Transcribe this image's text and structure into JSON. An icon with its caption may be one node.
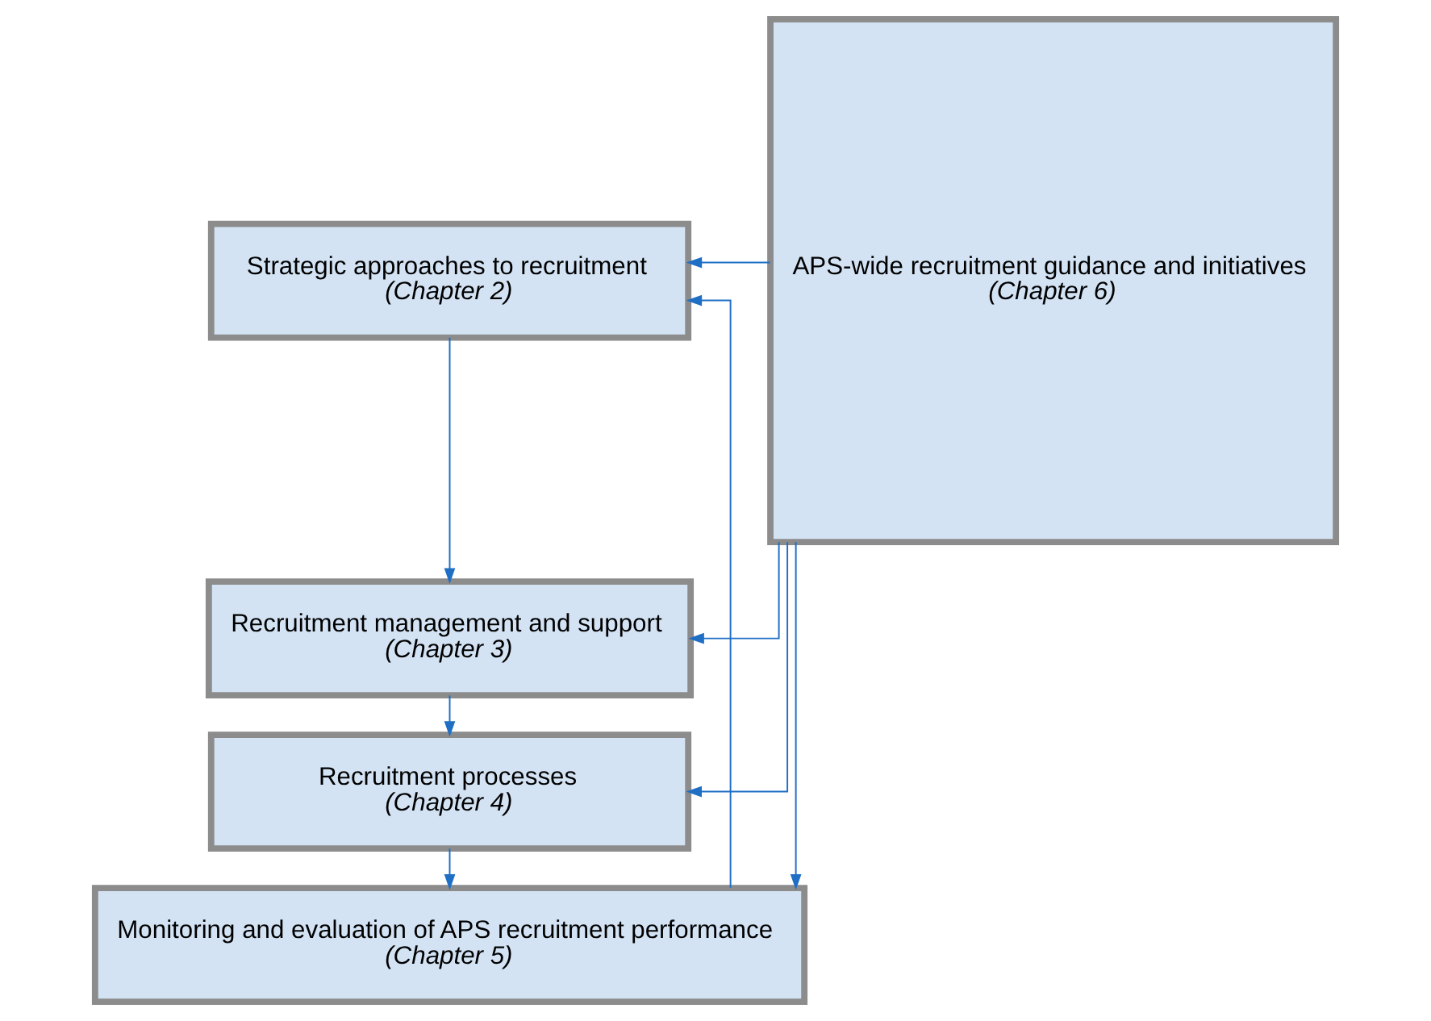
{
  "diagram": {
    "nodes": [
      {
        "text": [
          "Strategic approaches to recruitment",
          "(Chapter 2)"
        ]
      },
      {
        "text": [
          "Recruitment management and support",
          "(Chapter 3)"
        ]
      },
      {
        "text": [
          "Recruitment processes",
          "(Chapter 4)"
        ]
      },
      {
        "text": [
          "Monitoring and evaluation of APS recruitment performance",
          "(Chapter 5)"
        ]
      },
      {
        "text": [
          "APS-wide recruitment guidance and initiatives",
          "(Chapter 6)"
        ]
      }
    ],
    "edges": [
      {
        "from": 0,
        "to": 1,
        "arrow": "to"
      },
      {
        "from": 1,
        "to": 2,
        "arrow": "to"
      },
      {
        "from": 2,
        "to": 3,
        "arrow": "to"
      },
      {
        "from": 3,
        "to": 0,
        "arrow": "to"
      },
      {
        "from": 4,
        "to": 0,
        "arrow": "to"
      },
      {
        "from": 4,
        "to": 1,
        "arrow": "to"
      },
      {
        "from": 4,
        "to": 2,
        "arrow": "to"
      },
      {
        "from": 4,
        "to": 3,
        "arrow": "to"
      }
    ]
  }
}
